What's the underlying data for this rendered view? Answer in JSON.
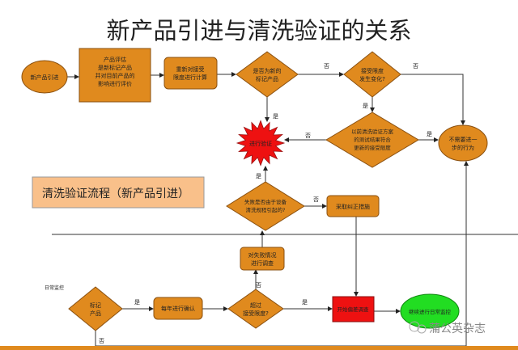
{
  "title": "新产品引进与清洗验证的关系",
  "section_label": "清洗验证流程（新产品引进）",
  "nodes": {
    "start": "新产品引进",
    "assess": [
      "产品评估",
      "是新标记产品",
      "并对目前产品的",
      "影响进行评价"
    ],
    "recalc": [
      "重新对接受",
      "限度进行计算"
    ],
    "is_new_marker": [
      "是否为新的",
      "标记产品"
    ],
    "limit_changed": [
      "接受限度",
      "发生变化?"
    ],
    "prior_results": [
      "以前清洗验证方案",
      "的测试结果符合",
      "更新的接受限度"
    ],
    "no_action": [
      "不需要进一",
      "步的行为"
    ],
    "validate": "进行验证",
    "failure_cause": [
      "失败是否由于设备",
      "清洗规程引起的?"
    ],
    "corrective": "采取纠正措施",
    "investigate": [
      "对失败情况",
      "进行调查"
    ],
    "daily_monitor_label": "日常监控",
    "marker_product": [
      "标记",
      "产品"
    ],
    "annual_confirm": "每年进行确认",
    "exceed_limit": [
      "超过",
      "接受限度?"
    ],
    "deviation": "开始偏差调查",
    "continue_monitor": "继续进行日常监控"
  },
  "edge_labels": {
    "yes": "是",
    "no": "否"
  },
  "watermark": "蒲公英杂志",
  "colors": {
    "orange": "#e08a1e",
    "red": "#ee1111",
    "green": "#22dd22",
    "label_bg": "#f9c08a"
  }
}
